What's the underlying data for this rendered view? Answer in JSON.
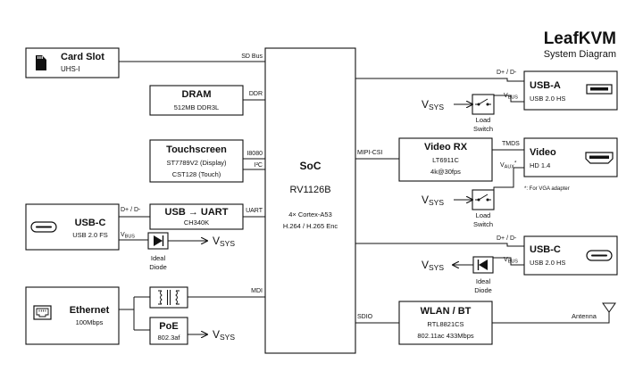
{
  "header": {
    "title": "LeafKVM",
    "subtitle": "System Diagram"
  },
  "soc": {
    "name": "SoC",
    "part": "RV1126B",
    "cpu": "4× Cortex-A53",
    "codec": "H.264 / H.265 Enc"
  },
  "card_slot": {
    "title": "Card Slot",
    "sub": "UHS-I",
    "bus": "SD Bus"
  },
  "dram": {
    "title": "DRAM",
    "sub": "512MB DDR3L",
    "bus": "DDR"
  },
  "touchscreen": {
    "title": "Touchscreen",
    "line1": "ST7789V2 (Display)",
    "line2": "CST128 (Touch)",
    "bus1": "I8080",
    "bus2": "I²C"
  },
  "usb_uart": {
    "title": "USB → UART",
    "sub": "CH340K",
    "bus": "UART"
  },
  "usb_c_left": {
    "title": "USB-C",
    "sub": "USB 2.0 FS",
    "data_label": "D+ / D-",
    "vbus_label": "V",
    "vbus_sub": "BUS"
  },
  "ideal_diode_left": {
    "line1": "Ideal",
    "line2": "Diode"
  },
  "vsys": {
    "main": "V",
    "sub": "SYS"
  },
  "ethernet": {
    "title": "Ethernet",
    "sub": "100Mbps",
    "bus": "MDI"
  },
  "poe": {
    "title": "PoE",
    "sub": "802.3af"
  },
  "usb_a": {
    "title": "USB-A",
    "sub": "USB 2.0 HS",
    "data_label": "D+ / D-",
    "vbus_label": "V",
    "vbus_sub": "BUS"
  },
  "load_switch_1": {
    "line1": "Load",
    "line2": "Switch"
  },
  "video_rx": {
    "title": "Video RX",
    "part": "LT6911C",
    "spec": "4k@30fps",
    "bus": "MIPI-CSI",
    "out": "TMDS"
  },
  "video": {
    "title": "Video",
    "sub": "HD 1.4",
    "aux_main": "V",
    "aux_sub": "AUX",
    "aux_star": "*",
    "note": "*: For VGA adapter"
  },
  "load_switch_2": {
    "line1": "Load",
    "line2": "Switch"
  },
  "usb_c_right": {
    "title": "USB-C",
    "sub": "USB 2.0 HS",
    "data_label": "D+ / D-",
    "vbus_label": "V",
    "vbus_sub": "BUS"
  },
  "ideal_diode_right": {
    "line1": "Ideal",
    "line2": "Diode"
  },
  "wlan": {
    "title": "WLAN / BT",
    "part": "RTL8821CS",
    "spec": "802.11ac 433Mbps",
    "bus": "SDIO"
  },
  "antenna": {
    "label": "Antenna"
  }
}
